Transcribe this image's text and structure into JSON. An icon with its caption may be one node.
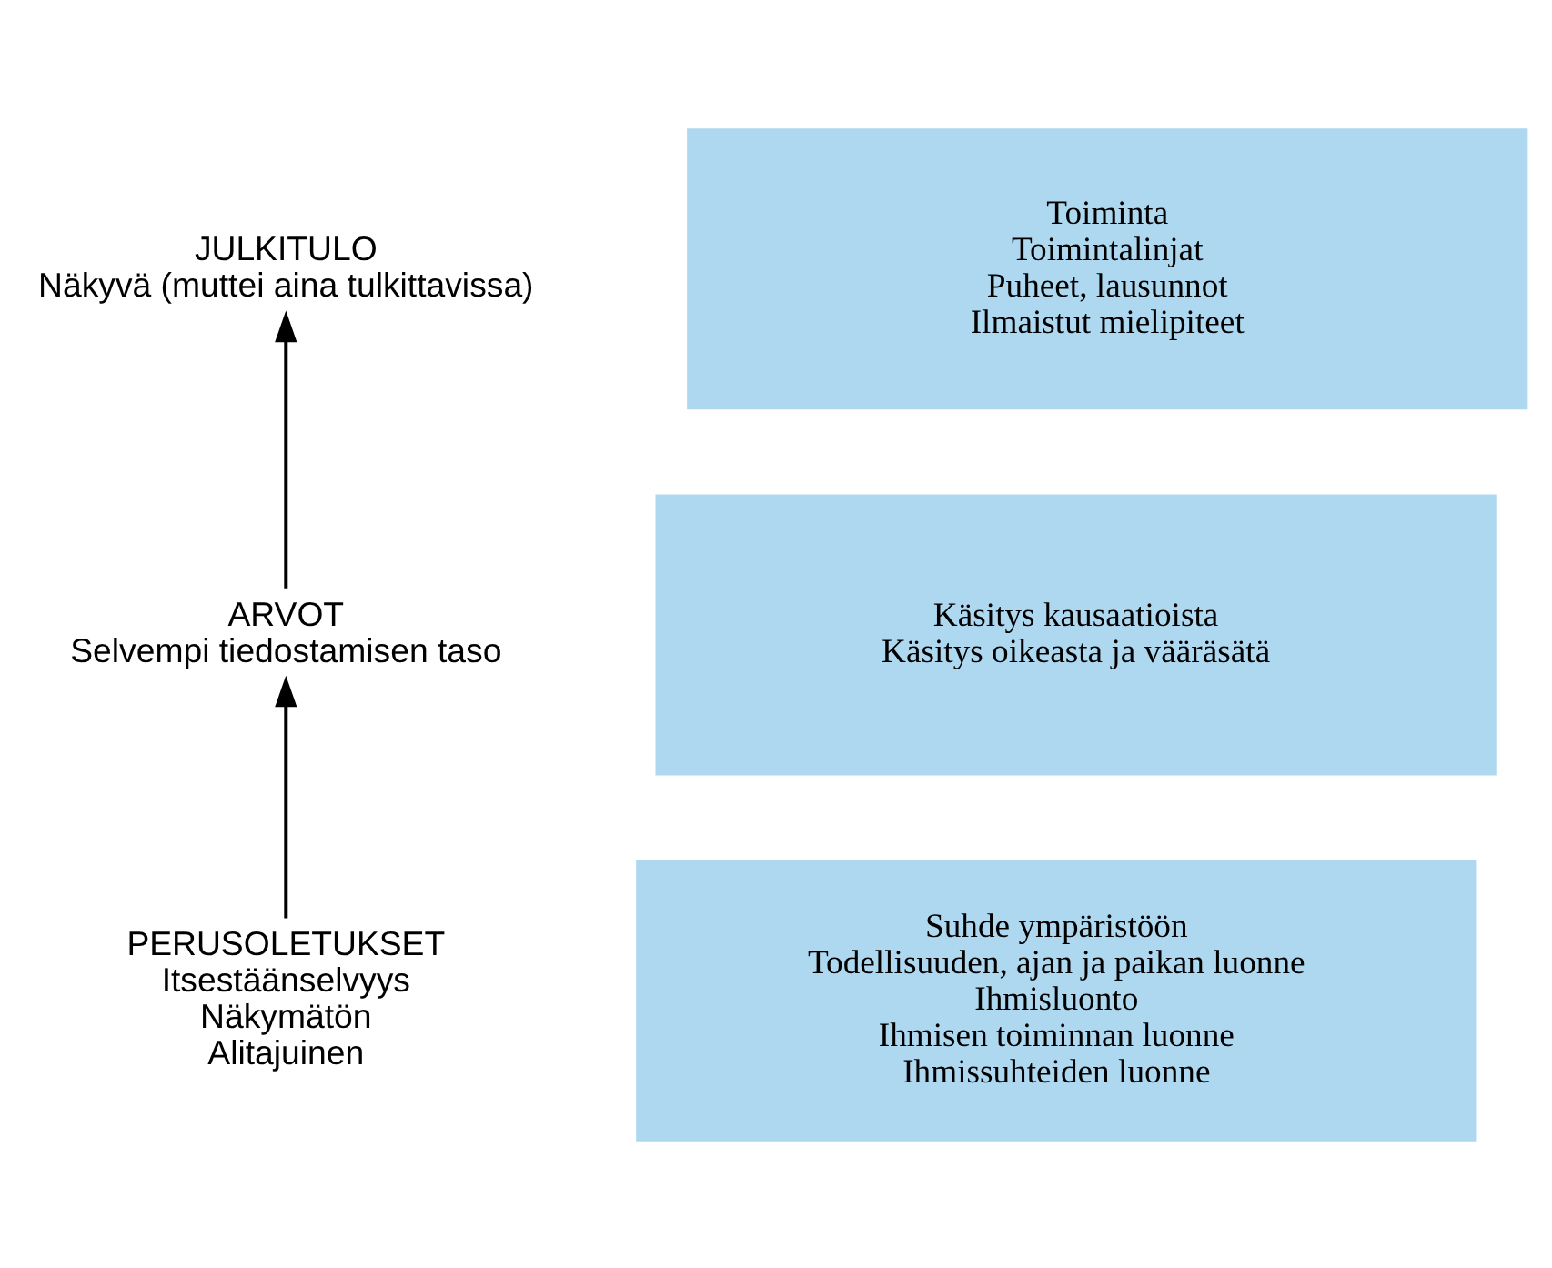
{
  "diagram": {
    "nodes": [
      {
        "text": [
          "JULKITULO",
          "Näkyvä (muttei aina tulkittavissa)"
        ]
      },
      {
        "text": [
          "Toiminta",
          "Toimintalinjat",
          "Puheet, lausunnot",
          "Ilmaistut mielipiteet"
        ]
      },
      {
        "text": [
          "ARVOT",
          "Selvempi tiedostamisen taso"
        ]
      },
      {
        "text": [
          "Käsitys kausaatioista",
          "Käsitys oikeasta ja vääräsätä"
        ]
      },
      {
        "text": [
          "PERUSOLETUKSET",
          "Itsestäänselvyys",
          "Näkymätön",
          "Alitajuinen"
        ]
      },
      {
        "text": [
          "Suhde ympäristöön",
          "Todellisuuden, ajan ja paikan luonne",
          "Ihmisluonto",
          "Ihmisen toiminnan luonne",
          "Ihmissuhteiden luonne"
        ]
      }
    ],
    "edges": [
      {
        "from": 2,
        "to": 0,
        "arrow": "to"
      },
      {
        "from": 4,
        "to": 2,
        "arrow": "to"
      }
    ]
  }
}
